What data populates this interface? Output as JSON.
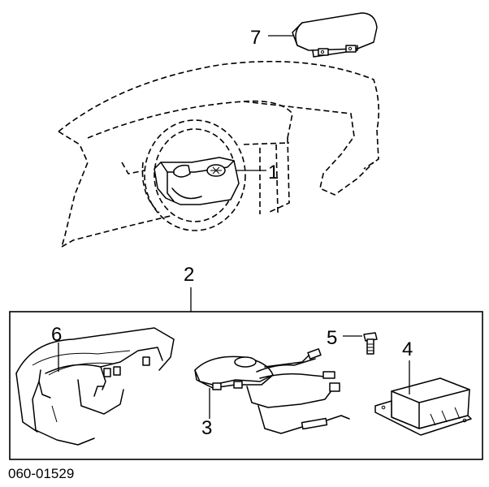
{
  "callouts": {
    "c1": "1",
    "c2": "2",
    "c3": "3",
    "c4": "4",
    "c5": "5",
    "c6": "6",
    "c7": "7"
  },
  "figure_code": "060-01529"
}
